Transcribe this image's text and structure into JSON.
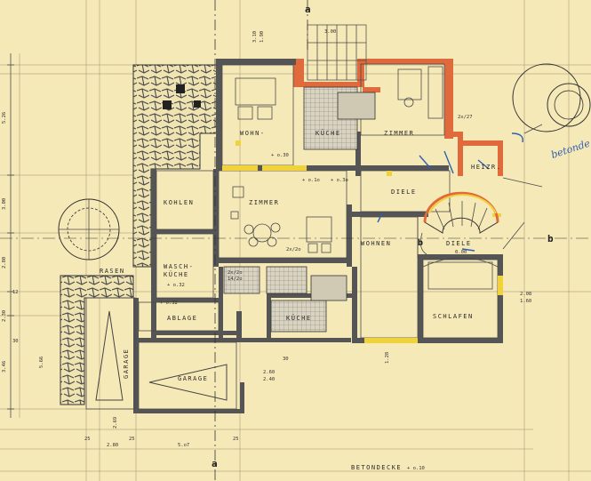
{
  "rooms": {
    "wohn": "WOHN-",
    "kueche_top": "KÜCHE",
    "zimmer_top": "ZIMMER",
    "heiz": "HEIZR.",
    "diele_top": "DIELE",
    "kohlen": "KOHLEN",
    "zimmer_mid": "ZIMMER",
    "wohnen": "WOHNEN",
    "diele_mid": "DIELE",
    "wasch": "WASCH-",
    "kueche_wasch": "KÜCHE",
    "ablage": "ABLAGE",
    "kueche_bottom": "KÜCHE",
    "schlafen": "SCHLAFEN",
    "rasen": "RASEN",
    "garage_v": "GARAGE",
    "garage_h": "GARAGE",
    "betondecke": "BETONDECKE",
    "betondecke_level": "+ o.10"
  },
  "levels": {
    "wohn": "+ o.30",
    "mid1": "+ o.1o",
    "mid2": "+ o.3o",
    "ablage": "+ o.32",
    "ablage2": "+ o.32",
    "diele": "0.00"
  },
  "dims": {
    "top_300": "3.00",
    "top_310": "3.10",
    "top_190": "1.90",
    "d_2x27": "2x/27",
    "d_2x2o": "2x/2o",
    "d_2x2o_b": "2x/2o",
    "d_1412": "14/2o",
    "d_208": "2.08",
    "d_160": "1.60",
    "d_260": "2.60",
    "d_240": "2.40",
    "d_269": "2.69",
    "d_128": "1.28",
    "d_280": "2.80",
    "d_5o7": "5.o7",
    "d_25a": "25",
    "d_25b": "25",
    "d_25c": "25",
    "d_566": "5.66",
    "d_30": "30",
    "d_526": "5.26",
    "d_300l": "3.00",
    "d_280l": "2.80",
    "d_230l": "2.30",
    "d_346l": "3.46",
    "d_12": "12"
  },
  "axis": {
    "a_top": "a",
    "a_bottom": "a",
    "b_right": "b",
    "b_left": "b"
  },
  "handwriting": "betonde",
  "colors": {
    "paper": "#f6e9b8",
    "wall": "#555555",
    "red_wall": "#e06a3c",
    "yellow": "#f0d23c",
    "blue_ink": "#2f5fb0"
  }
}
